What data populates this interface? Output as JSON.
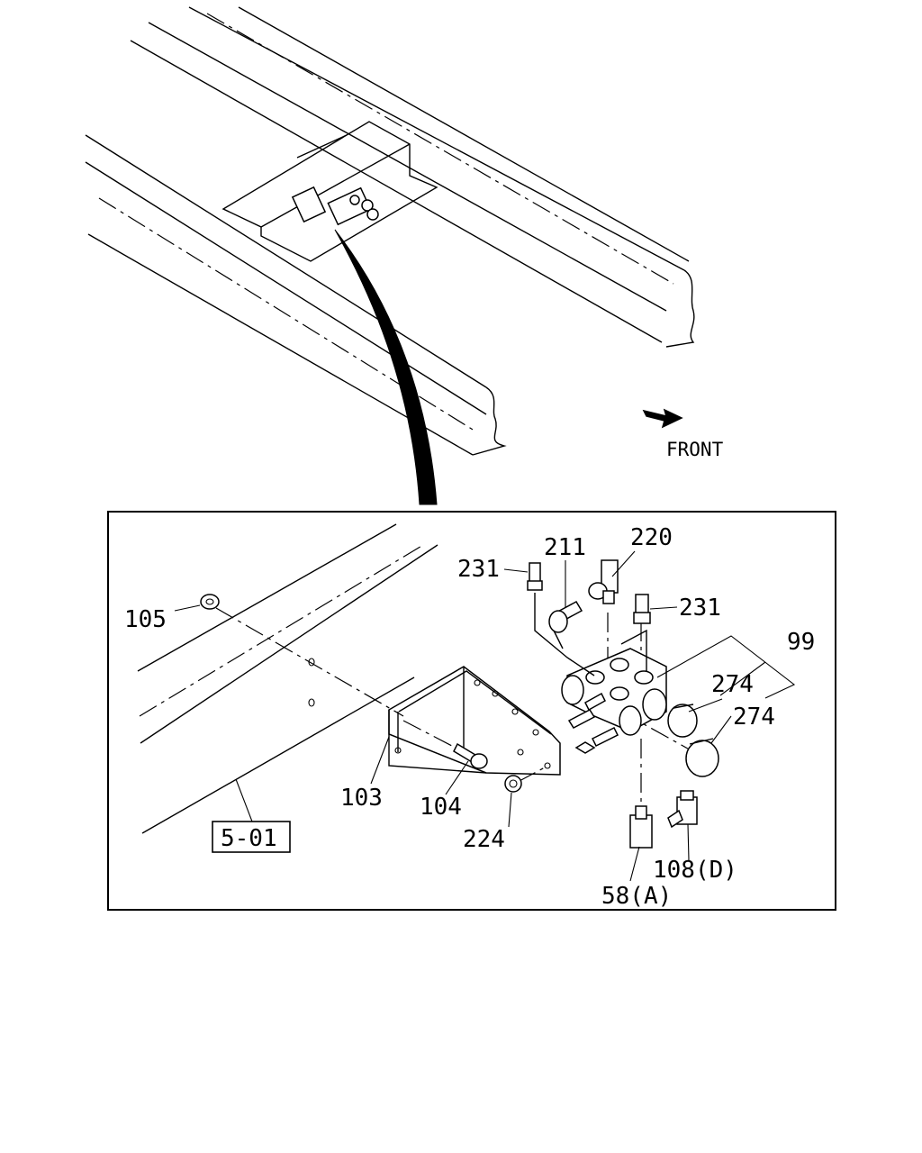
{
  "direction": {
    "text": "FRONT",
    "icon": "arrow-right-icon"
  },
  "reference_box": {
    "text": "5-01"
  },
  "callouts": [
    {
      "id": "c231a",
      "text": "231"
    },
    {
      "id": "c211",
      "text": "211"
    },
    {
      "id": "c220",
      "text": "220"
    },
    {
      "id": "c231b",
      "text": "231"
    },
    {
      "id": "c99",
      "text": "99"
    },
    {
      "id": "c274a",
      "text": "274"
    },
    {
      "id": "c274b",
      "text": "274"
    },
    {
      "id": "c105",
      "text": "105"
    },
    {
      "id": "c103",
      "text": "103"
    },
    {
      "id": "c104",
      "text": "104"
    },
    {
      "id": "c224",
      "text": "224"
    },
    {
      "id": "c108",
      "text": "108(D)"
    },
    {
      "id": "c58",
      "text": "58(A)"
    }
  ]
}
